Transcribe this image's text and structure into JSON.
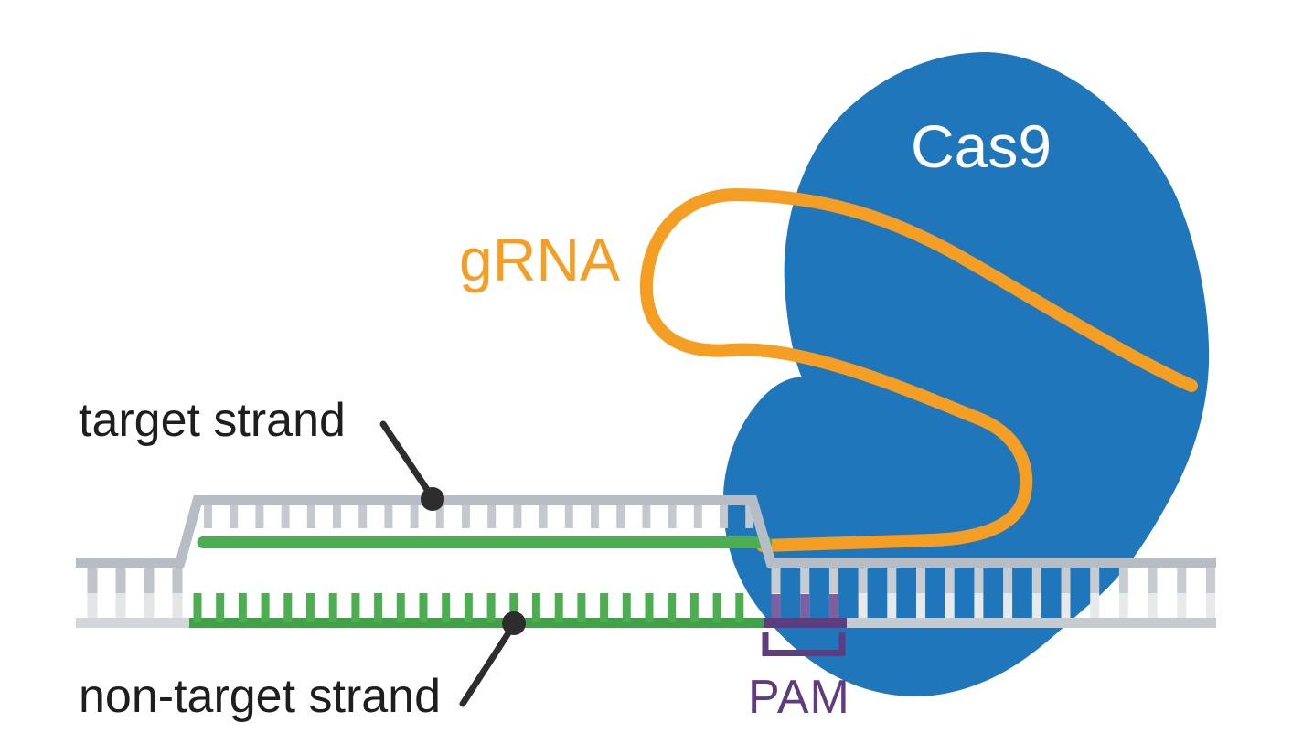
{
  "diagram": {
    "cas9_label": "Cas9",
    "grna_label": "gRNA",
    "target_strand_label": "target strand",
    "non_target_strand_label": "non-target strand",
    "pam_label": "PAM"
  },
  "colors": {
    "cas9_blue": "#1f76bb",
    "grna_orange": "#f59e24",
    "dna_green": "#4cad51",
    "dna_green_dark": "#3fa246",
    "dna_gray": "#b7bdc4",
    "dna_gray_light": "#e3e5e7",
    "bottom_rail_gray_left": "#d2d5d9",
    "bottom_rail_gray_right": "#c6cbd0",
    "pam_purple": "#5e3c7e",
    "pam_purple_light": "#7e5fa0",
    "label_color": "#1e1e1e",
    "pointer_color": "#2d2d2d",
    "cas9_text": "#ffffff"
  }
}
